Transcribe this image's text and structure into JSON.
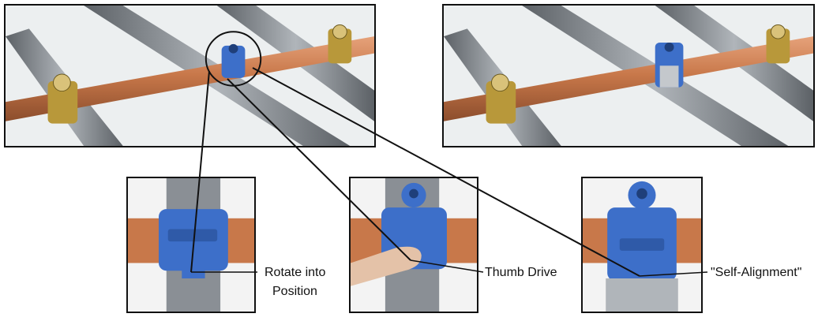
{
  "labels": {
    "rotate_line1": "Rotate into",
    "rotate_line2": "Position",
    "thumb": "Thumb Drive",
    "self_alignment": "\"Self-Alignment\""
  },
  "colors": {
    "pipe_copper": "#c8784a",
    "strut_steel": "#8a8f95",
    "clamp_blue": "#3d6fc9",
    "clamp_brass": "#b8983a"
  }
}
